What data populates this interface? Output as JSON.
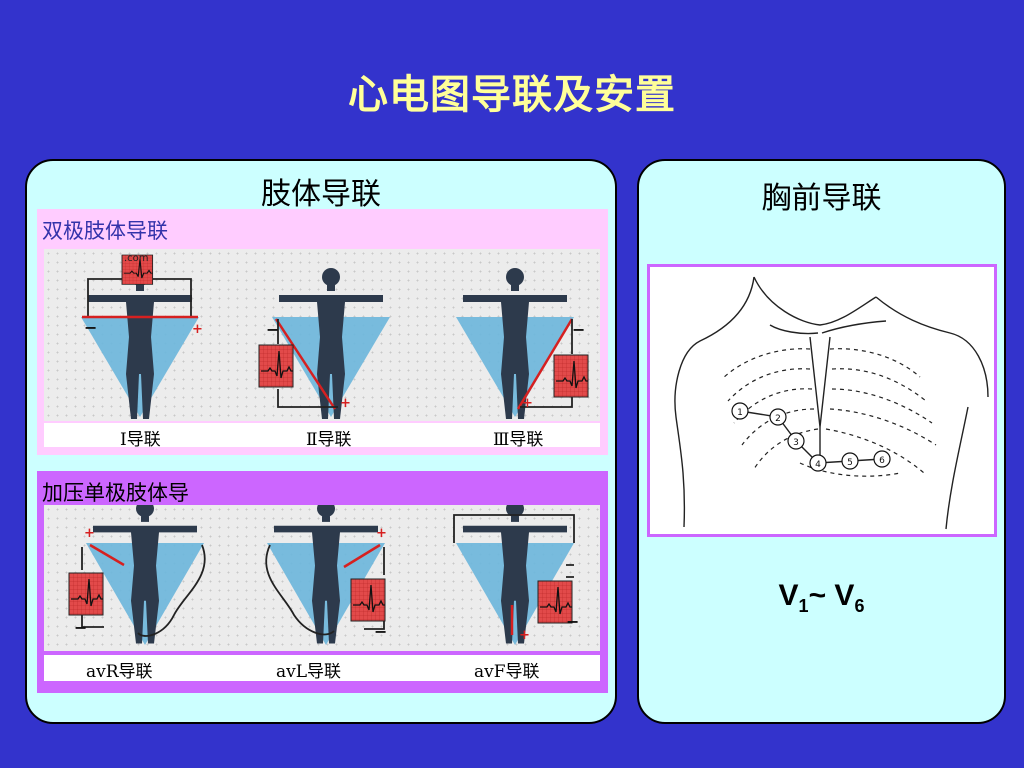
{
  "slide": {
    "title": "心电图导联及安置",
    "colors": {
      "background": "#3333cc",
      "title": "#ffff99",
      "panel": "#ccffff",
      "section1": "#ffccff",
      "section2": "#cc66ff"
    }
  },
  "limb_panel": {
    "title": "肢体导联",
    "bipolar": {
      "title": "双极肢体导联",
      "watermark": ".com",
      "captions": [
        "Ⅰ导联",
        "Ⅱ导联",
        "Ⅲ导联"
      ]
    },
    "augmented": {
      "title": "加压单极肢体导",
      "captions": [
        "avR导联",
        "avL导联",
        "avF导联"
      ]
    },
    "polarity": {
      "plus": "+",
      "minus": "−"
    }
  },
  "chest_panel": {
    "title": "胸前导联",
    "electrodes": [
      "1",
      "2",
      "3",
      "4",
      "5",
      "6"
    ],
    "range_label": {
      "v": "V",
      "start": "1",
      "sep": "~ V",
      "end": "6"
    }
  }
}
